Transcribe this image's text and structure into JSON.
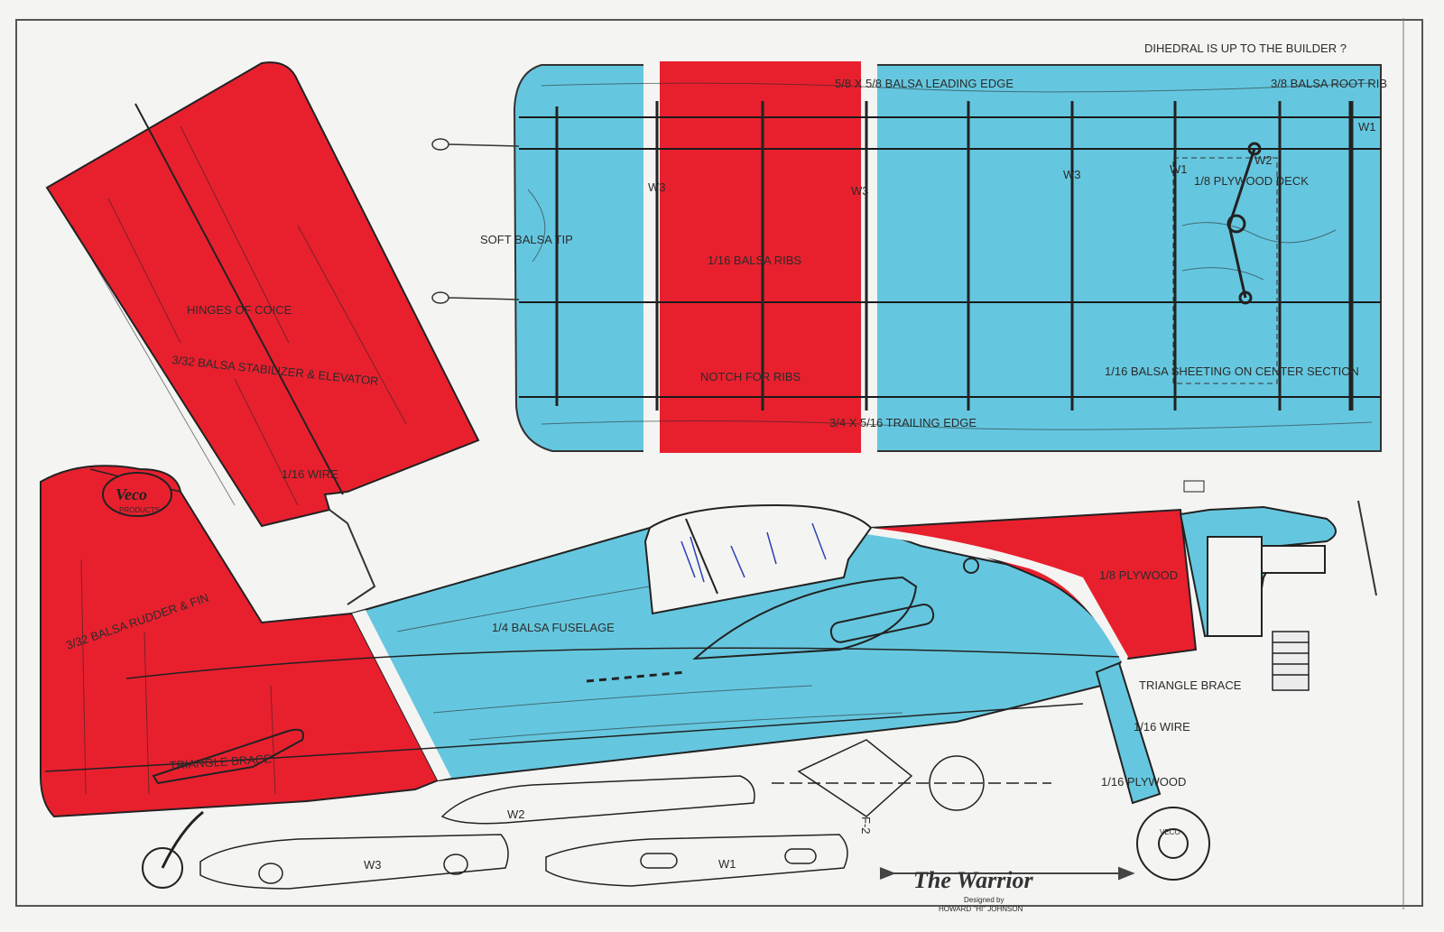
{
  "colors": {
    "red": "#e8202e",
    "blue": "#65c7df",
    "paper": "#f4f4f2",
    "ink": "#2b2b2b"
  },
  "labels": {
    "dihedral": "DIHEDRAL IS UP TO THE BUILDER ?",
    "leading_edge": "5/8 X 5/8 BALSA LEADING EDGE",
    "root_rib": "3/8 BALSA ROOT RIB",
    "w1_top": "W1",
    "w1_mid": "W1",
    "w2_mid": "W2",
    "w3_left": "W3",
    "w3_center": "W3",
    "w3_right": "W3",
    "plywood_deck": "1/8 PLYWOOD DECK",
    "soft_tip": "SOFT BALSA TIP",
    "ribs": "1/16 BALSA RIBS",
    "notch": "NOTCH  FOR RIBS",
    "sheeting": "1/16 BALSA SHEETING ON CENTER SECTION",
    "trailing_edge": "3/4 X 5/16 TRAILING EDGE",
    "hinges": "HINGES OF COICE",
    "stabilizer": "3/32 BALSA STABILIZER & ELEVATOR",
    "wire_tail": "1/16 WIRE",
    "rudder": "3/32 BALSA RUDDER & FIN",
    "fuselage": "1/4 BALSA FUSELAGE",
    "plywood_eighth": "1/8  PLYWOOD",
    "triangle_front": "TRIANGLE BRACE",
    "wire_gear": "1/16 WIRE",
    "plywood_sixteenth": "1/16 PLYWOOD",
    "triangle_rear": "TRIANGLE BRACE",
    "rib_w2": "W2",
    "rib_w3": "W3",
    "rib_w1": "W1",
    "firewall": "F-2",
    "logo": "Veco",
    "logo_sub": "PRODUCTS",
    "wheel": "VECO",
    "title": "The Warrior",
    "designer_1": "Designed by",
    "designer_2": "HOWARD \"HI\" JOHNSON"
  }
}
